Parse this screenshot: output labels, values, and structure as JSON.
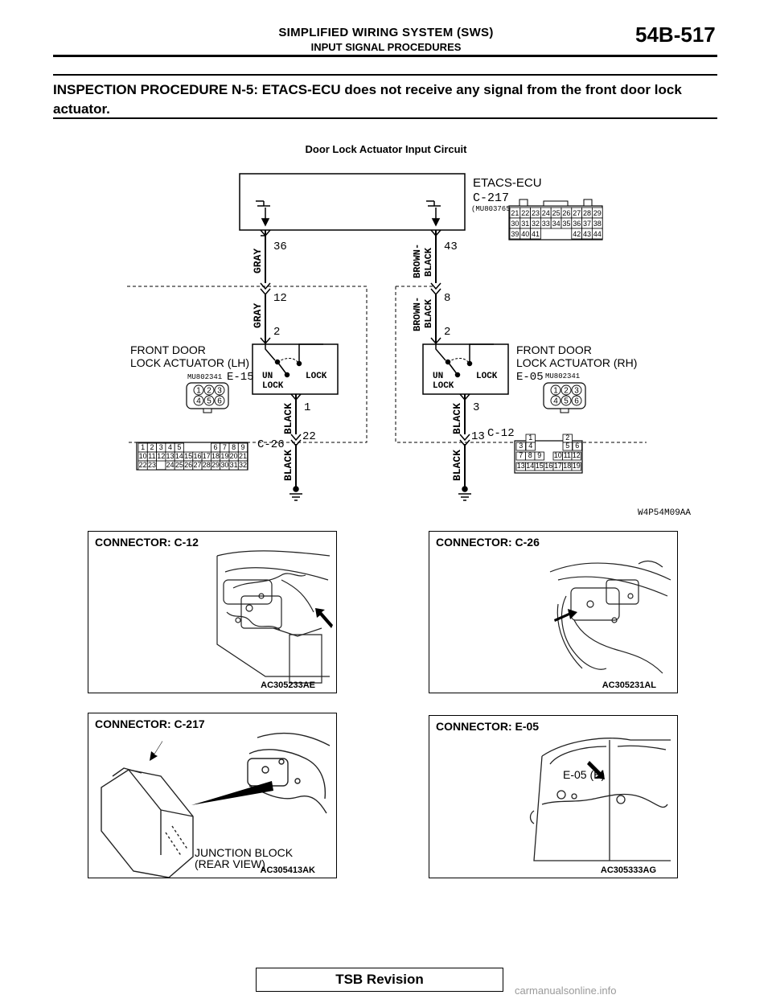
{
  "header": {
    "title": "SIMPLIFIED WIRING SYSTEM (SWS)",
    "subtitle": "INPUT SIGNAL PROCEDURES",
    "page": "54B-517"
  },
  "procedure": {
    "title": "INSPECTION PROCEDURE N-5: ETACS-ECU does not receive any signal from the front door lock actuator."
  },
  "diagram": {
    "title": "Door Lock Actuator Input Circuit",
    "code": "W4P54M09AA",
    "ecu": {
      "name": "ETACS-ECU",
      "connector": "C-217",
      "part": "(MU803765)",
      "pins": {
        "row1": [
          "21",
          "22",
          "23",
          "24",
          "25",
          "26",
          "27",
          "28",
          "29"
        ],
        "row2": [
          "30",
          "31",
          "32",
          "33",
          "34",
          "35",
          "36",
          "37",
          "38"
        ],
        "row3": [
          "39",
          "40",
          "41",
          "",
          "42",
          "43",
          "44"
        ]
      }
    },
    "left": {
      "label1": "FRONT DOOR",
      "label2": "LOCK ACTUATOR (LH)",
      "connector": "E-15",
      "part": "MU802341",
      "pin_top": "36",
      "wire1": "GRAY",
      "pin_mid": "12",
      "wire2": "GRAY",
      "pin_in": "2",
      "pin_out": "1",
      "wire3": "BLACK",
      "pin_c": "22",
      "conn_c": "C-26",
      "wire4": "BLACK"
    },
    "right": {
      "label1": "FRONT DOOR",
      "label2": "LOCK ACTUATOR (RH)",
      "connector": "E-05",
      "part": "MU802341",
      "pin_top": "43",
      "wire1a": "BROWN-",
      "wire1b": "BLACK",
      "pin_mid": "8",
      "wire2a": "BROWN-",
      "wire2b": "BLACK",
      "pin_in": "2",
      "pin_out": "3",
      "wire3": "BLACK",
      "pin_c": "13",
      "conn_c": "C-12",
      "wire4": "BLACK"
    },
    "switch": {
      "unlock1": "UN",
      "unlock2": "LOCK",
      "lock": "LOCK"
    },
    "e_conn_pins": [
      "1",
      "2",
      "3",
      "4",
      "5",
      "6"
    ],
    "c26_pins": {
      "row1": [
        "1",
        "2",
        "3",
        "4",
        "5",
        "6",
        "7",
        "8",
        "9"
      ],
      "row2": [
        "10",
        "11",
        "12",
        "13",
        "14",
        "15",
        "16",
        "17",
        "18",
        "19",
        "20",
        "21"
      ],
      "row3": [
        "22",
        "23",
        "24",
        "25",
        "26",
        "27",
        "28",
        "29",
        "30",
        "31",
        "32"
      ]
    },
    "c12_pins": {
      "row0": [
        "1",
        "2"
      ],
      "row1": [
        "3",
        "4",
        "5",
        "6"
      ],
      "row2": [
        "7",
        "8",
        "9",
        "10",
        "11",
        "12"
      ],
      "row3": [
        "13",
        "14",
        "15",
        "16",
        "17",
        "18",
        "19"
      ]
    }
  },
  "panels": {
    "c12": {
      "title": "CONNECTOR: C-12",
      "code": "AC305233AE"
    },
    "c26": {
      "title": "CONNECTOR: C-26",
      "code": "AC305231AL"
    },
    "c217": {
      "title": "CONNECTOR: C-217",
      "code": "AC305413AK",
      "caption1": "JUNCTION BLOCK",
      "caption2": "(REAR VIEW)"
    },
    "e05": {
      "title": "CONNECTOR: E-05",
      "code": "AC305333AG",
      "callout": "E-05 (B)"
    }
  },
  "footer": {
    "label": "TSB Revision"
  },
  "watermark": "carmanualsonline.info"
}
